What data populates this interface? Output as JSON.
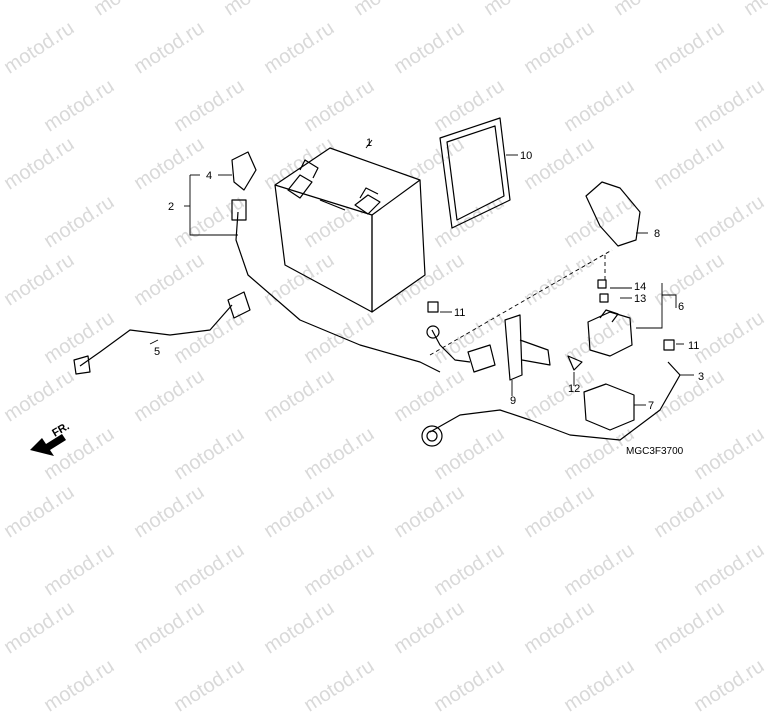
{
  "watermark_text": "motod.ru",
  "diagram_code": "MGC3F3700",
  "front_arrow_label": "FR.",
  "callouts": [
    "1",
    "2",
    "3",
    "4",
    "5",
    "6",
    "7",
    "8",
    "9",
    "10",
    "11",
    "11",
    "12",
    "13",
    "14"
  ]
}
